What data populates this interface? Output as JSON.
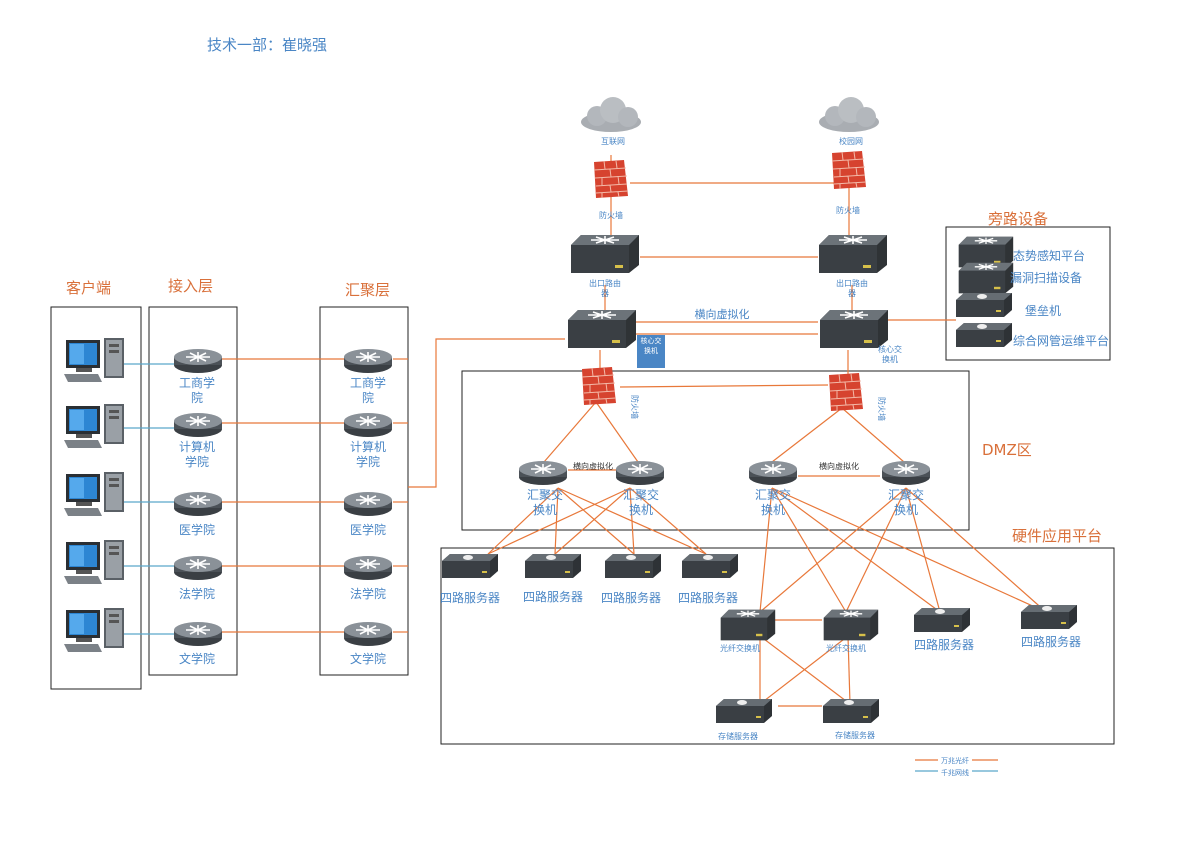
{
  "author": "技术一部：崔晓强",
  "colors": {
    "fiber": "#e8783a",
    "copper": "#5aa7c9",
    "frame": "#222222",
    "label_blue": "#4a86c5",
    "label_orange": "#d9703a"
  },
  "sections": {
    "client": "客户端",
    "access": "接入层",
    "aggregation": "汇聚层",
    "bypass": "旁路设备",
    "dmz": "DMZ区",
    "hardware": "硬件应用平台"
  },
  "access_nodes": [
    "工商学院",
    "计算机学院",
    "医学院",
    "法学院",
    "文学院"
  ],
  "access_lines": [
    [
      "工商学",
      "院"
    ],
    [
      "计算机",
      "学院"
    ],
    [
      "医学院"
    ],
    [
      "法学院"
    ],
    [
      "文学院"
    ]
  ],
  "core": {
    "internet": "互联网",
    "campus": "校园网",
    "firewall_left": "防火墙",
    "firewall_right": "防火墙",
    "router_left": [
      "出口路由",
      "器"
    ],
    "router_right": [
      "出口路由",
      "器"
    ],
    "horizontal_virt": "横向虚拟化",
    "core_switch_left": [
      "核心交",
      "换机"
    ],
    "core_switch_right": [
      "核心交",
      "换机"
    ]
  },
  "bypass_items": [
    "态势感知平台",
    "漏洞扫描设备",
    "堡垒机",
    "综合网管运维平台"
  ],
  "dmz": {
    "firewall_left": "防火墙",
    "firewall_right": "防火墙",
    "virt_left": "横向虚拟化",
    "virt_right": "横向虚拟化",
    "switch_label": [
      "汇聚交",
      "换机"
    ]
  },
  "hardware": {
    "server4": "四路服务器",
    "fiber_switch": "光纤交换机",
    "storage": "存储服务器"
  },
  "legend": {
    "fiber": "万兆光纤",
    "copper": "千兆网线"
  }
}
